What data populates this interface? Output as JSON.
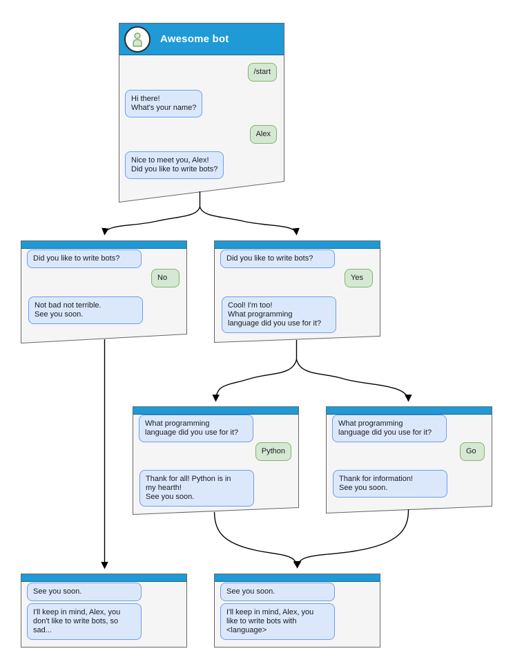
{
  "colors": {
    "titlebar_blue": "#1f9ad6",
    "window_bg": "#f5f5f5",
    "window_border": "#666666",
    "bot_bubble_bg": "#dbe8fc",
    "bot_bubble_border": "#6c9ced",
    "user_bubble_bg": "#d5e8d4",
    "user_bubble_border": "#82b366",
    "connector": "#000000"
  },
  "main_window": {
    "title": "Awesome bot",
    "messages": {
      "start_command": "/start",
      "greeting": "Hi there!\nWhat's your name?",
      "name_reply": "Alex",
      "meet": "Nice to meet you, Alex!\nDid you like to write bots?"
    }
  },
  "branch_no": {
    "question": "Did you like to write bots?",
    "answer": "No",
    "reply": "Not bad not terrible.\nSee you soon."
  },
  "branch_yes": {
    "question": "Did you like to write bots?",
    "answer": "Yes",
    "reply": "Cool! I'm too!\nWhat programming\nlanguage did you use for it?"
  },
  "branch_python": {
    "question": "What programming\nlanguage did you use for it?",
    "answer": "Python",
    "reply": "Thank for all! Python is in\nmy hearth!\nSee you soon."
  },
  "branch_go": {
    "question": "What programming\nlanguage did you use for it?",
    "answer": "Go",
    "reply": "Thank for information!\nSee you soon."
  },
  "end_no": {
    "intro": "See you soon.",
    "reply": "I'll keep in mind, Alex, you\ndon't like to write bots, so\nsad..."
  },
  "end_language": {
    "intro": "See you soon.",
    "reply": "I'll keep in mind, Alex, you\nlike to write bots with\n<language>"
  }
}
